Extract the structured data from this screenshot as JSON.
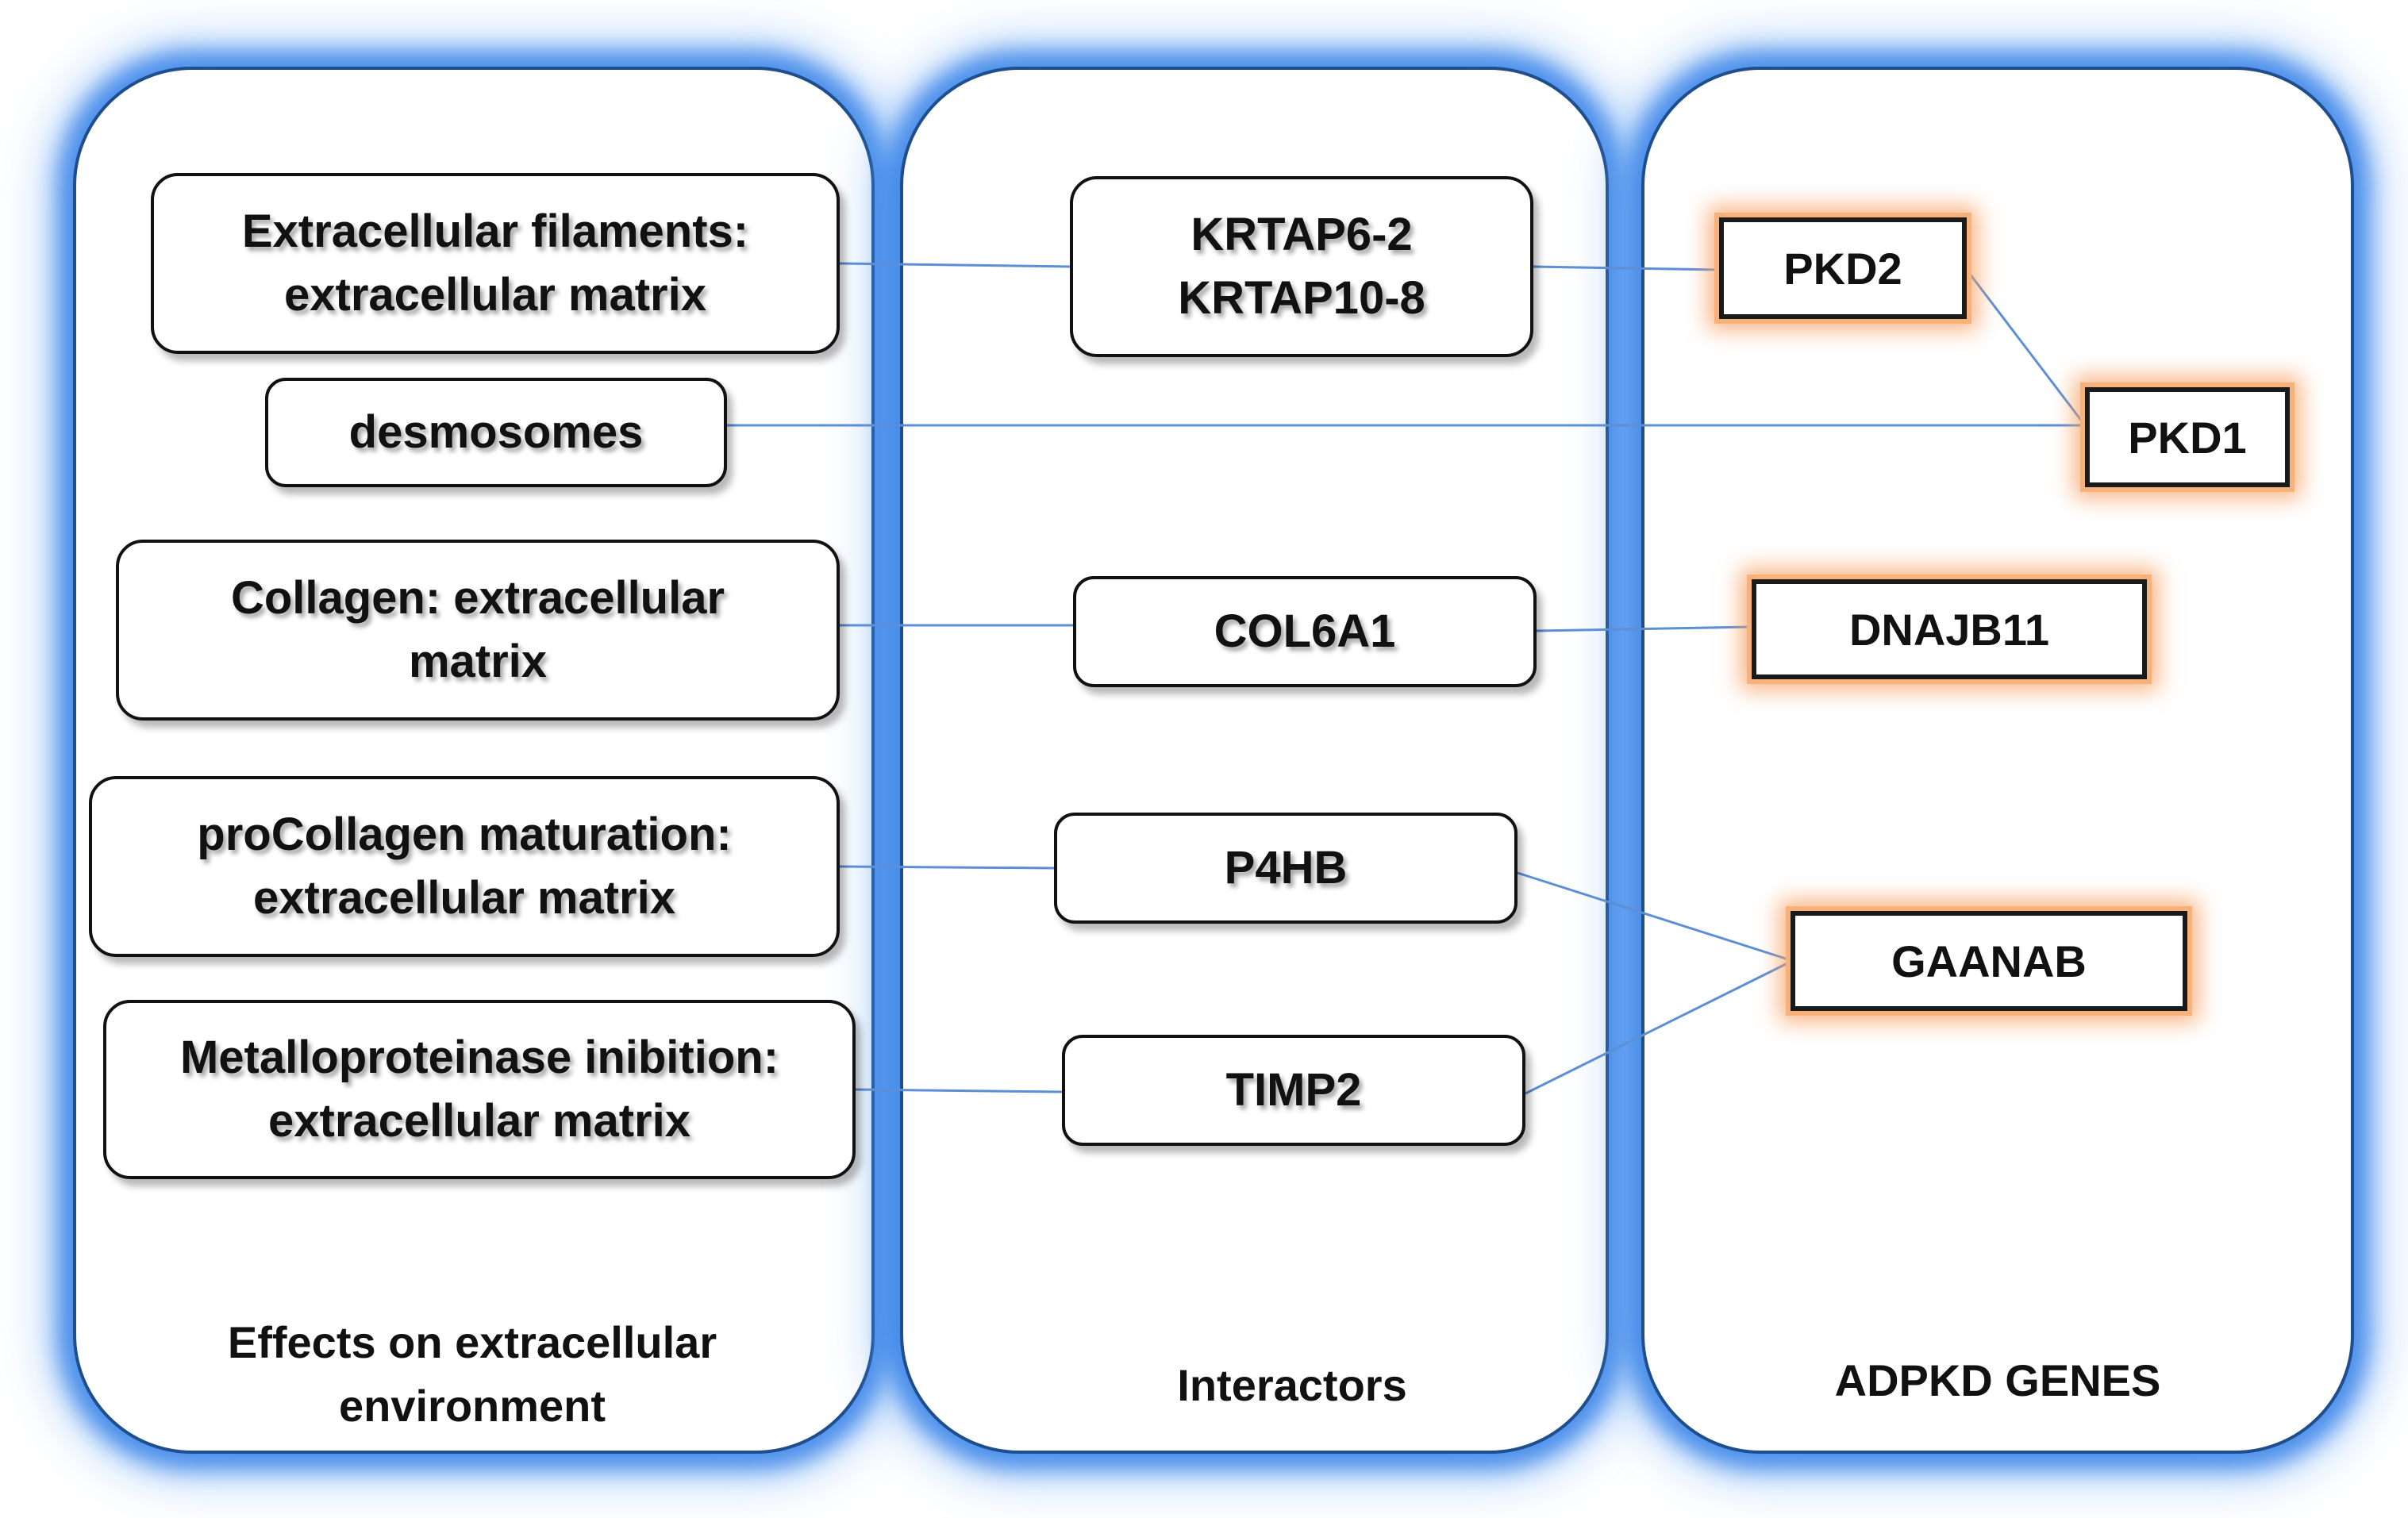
{
  "columns": {
    "effects": {
      "caption_line1": "Effects on extracellular",
      "caption_line2": "environment"
    },
    "interactors": {
      "caption": "Interactors"
    },
    "genes": {
      "caption": "ADPKD GENES"
    }
  },
  "effects": {
    "filaments": {
      "line1": "Extracellular filaments:",
      "line2": "extracellular matrix"
    },
    "desmosomes": {
      "line1": "desmosomes"
    },
    "collagen": {
      "line1": "Collagen: extracellular",
      "line2": "matrix"
    },
    "procollagen": {
      "line1": "proCollagen maturation:",
      "line2": "extracellular matrix"
    },
    "metalloproteinase": {
      "line1": "Metalloproteinase inibition:",
      "line2": "extracellular matrix"
    }
  },
  "interactors": {
    "krtap": {
      "line1": "KRTAP6-2",
      "line2": "KRTAP10-8"
    },
    "col6a1": {
      "line1": "COL6A1"
    },
    "p4hb": {
      "line1": "P4HB"
    },
    "timp2": {
      "line1": "TIMP2"
    }
  },
  "genes": {
    "pkd2": "PKD2",
    "pkd1": "PKD1",
    "dnajb11": "DNAJB11",
    "gaanab": "GAANAB"
  },
  "colors": {
    "panel_border": "#1f4e8c",
    "panel_glow": "#2878e6",
    "connector": "#5b8fd6",
    "gene_glow": "#f59b5a"
  }
}
